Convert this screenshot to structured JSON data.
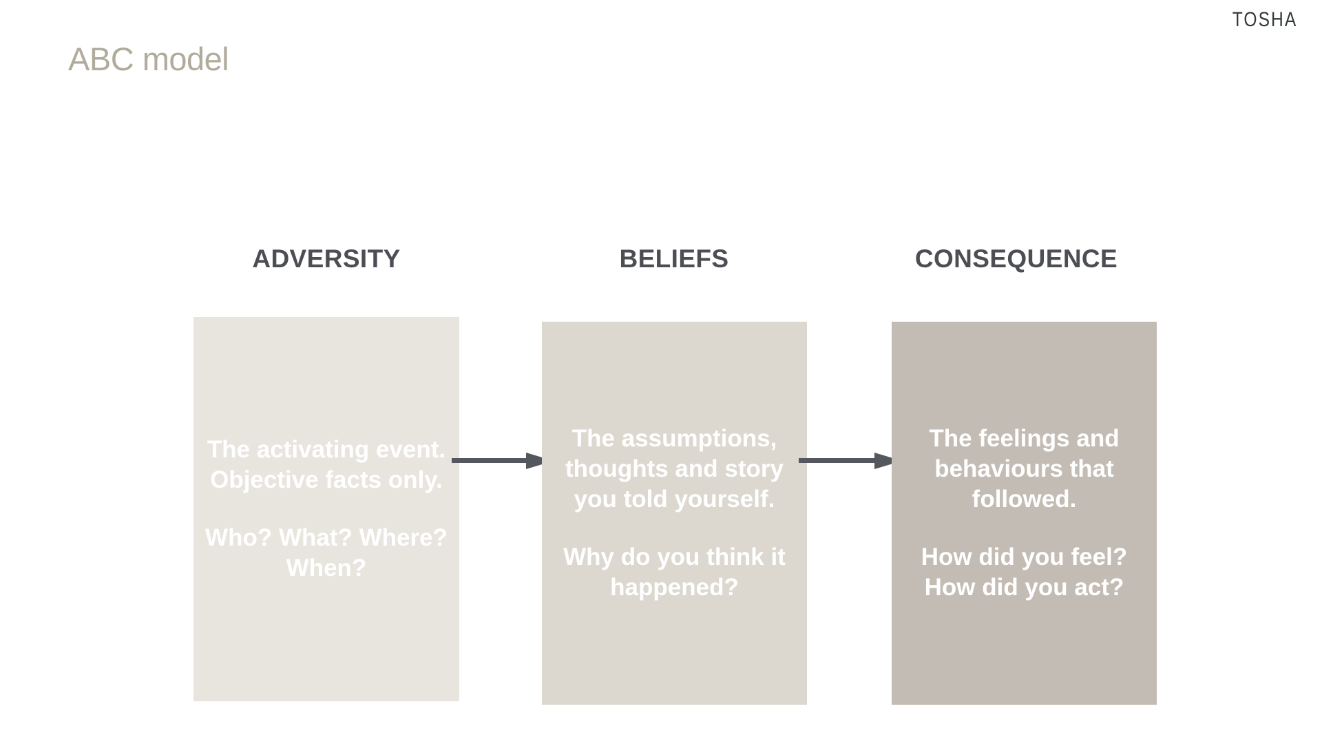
{
  "brand": {
    "name": "TOSHA"
  },
  "slide": {
    "title": "ABC model",
    "title_color": "#b0ab9c",
    "background_color": "#ffffff"
  },
  "diagram": {
    "type": "flow",
    "arrow_color": "#55575e",
    "columns": [
      {
        "header": "ADVERSITY",
        "header_color": "#4c4e54",
        "card_color": "#e8e5de",
        "text_color": "#ffffff",
        "paragraphs": [
          "The activating event. Objective facts only.",
          "Who? What? Where? When?"
        ]
      },
      {
        "header": "BELIEFS",
        "header_color": "#4c4e54",
        "card_color": "#dcd8d0",
        "text_color": "#ffffff",
        "paragraphs": [
          "The assumptions, thoughts and story you told yourself.",
          "Why do you think it happened?"
        ]
      },
      {
        "header": "CONSEQUENCE",
        "header_color": "#4c4e54",
        "card_color": "#c3bcb4",
        "text_color": "#ffffff",
        "paragraphs": [
          "The feelings and behaviours that followed.",
          "How did you feel? How did you act?"
        ]
      }
    ],
    "connectors": [
      {
        "name": "arrow-adversity-to-beliefs",
        "direction": "right"
      },
      {
        "name": "arrow-beliefs-to-consequence",
        "direction": "right"
      }
    ]
  }
}
